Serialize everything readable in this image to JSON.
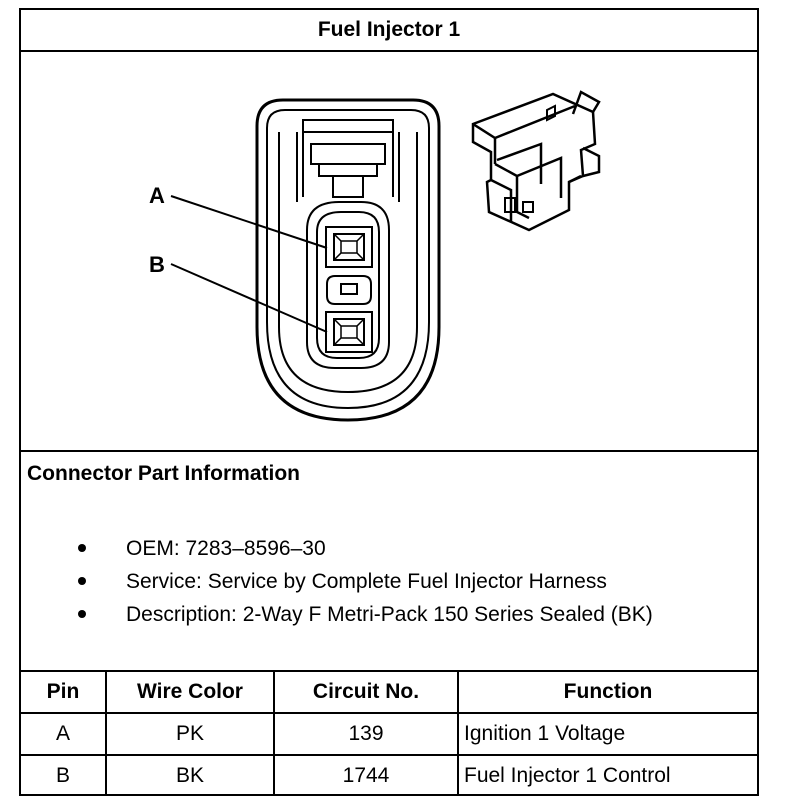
{
  "title": "Fuel Injector 1",
  "diagram": {
    "callouts": [
      {
        "label": "A"
      },
      {
        "label": "B"
      }
    ]
  },
  "connector_info": {
    "heading": "Connector Part Information",
    "items": [
      {
        "text": "OEM: 7283–8596–30"
      },
      {
        "text": "Service: Service by Complete Fuel Injector Harness"
      },
      {
        "text": "Description: 2-Way F Metri-Pack 150 Series Sealed (BK)"
      }
    ]
  },
  "pin_table": {
    "headers": [
      "Pin",
      "Wire Color",
      "Circuit No.",
      "Function"
    ],
    "rows": [
      {
        "pin": "A",
        "wire_color": "PK",
        "circuit": "139",
        "function": "Ignition 1 Voltage"
      },
      {
        "pin": "B",
        "wire_color": "BK",
        "circuit": "1744",
        "function": "Fuel Injector 1 Control"
      }
    ]
  }
}
